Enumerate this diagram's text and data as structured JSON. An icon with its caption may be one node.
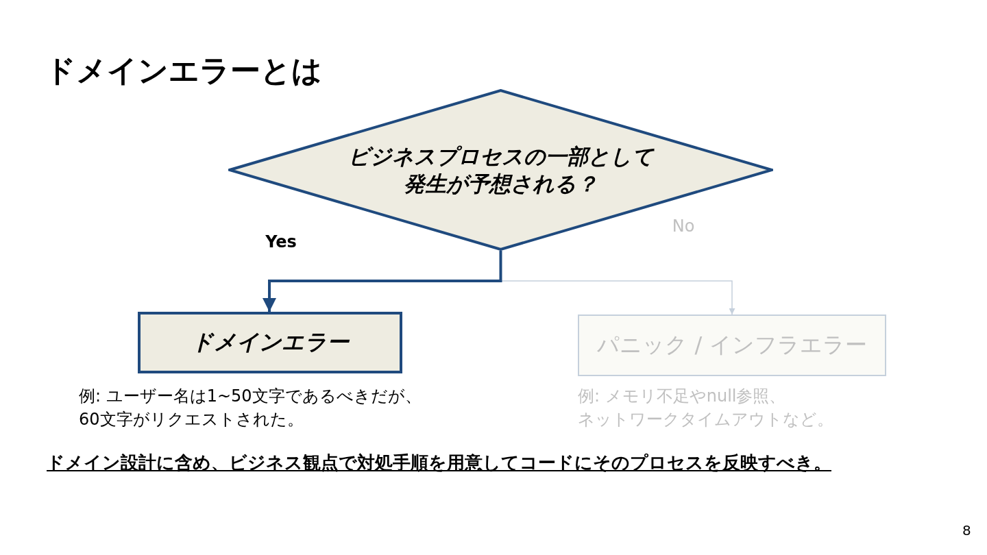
{
  "diagram": {
    "title": "ドメインエラーとは",
    "nodes": [
      {
        "text": [
          "ビジネスプロセスの一部として発生が予想される？"
        ]
      },
      {
        "text": [
          "ドメインエラー"
        ],
        "beside": [
          "例: ユーザー名は1~50文字であるべきだが、60文字がリクエストされた。"
        ]
      },
      {
        "text": [
          "パニック / インフラエラー"
        ],
        "beside": [
          "例: メモリ不足やnull参照、ネットワークタイムアウトなど。"
        ]
      }
    ],
    "edges": [
      {
        "from": 0,
        "to": 1,
        "arrow": "to",
        "label": "Yes",
        "style": "thick"
      },
      {
        "from": 0,
        "to": 2,
        "arrow": "to",
        "label": "No",
        "color": "#c5d0dc"
      }
    ],
    "labels": [
      "ドメイン設計に含め、ビジネス観点で対処手順を用意してコードにそのプロセスを反映すべき。",
      "8"
    ]
  }
}
